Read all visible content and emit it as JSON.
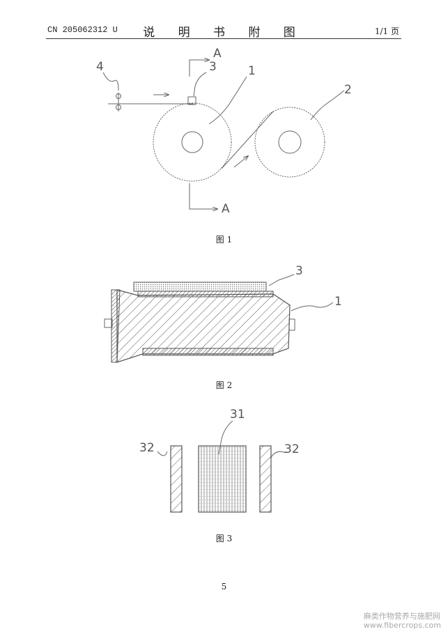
{
  "header": {
    "doc_number": "CN 205062312 U",
    "title": "说 明 书 附 图",
    "page_of": "1/1 页"
  },
  "figure1": {
    "caption": "图 1",
    "labels": {
      "roller1": "1",
      "roller2": "2",
      "cutter": "3",
      "guide": "4",
      "section_top": "A",
      "section_bottom": "A"
    }
  },
  "figure2": {
    "caption": "图 2",
    "labels": {
      "cutter": "3",
      "roller": "1"
    }
  },
  "figure3": {
    "caption": "图 3",
    "labels": {
      "center": "31",
      "left": "32",
      "right": "32"
    }
  },
  "footer": {
    "page_number": "5",
    "watermark_line1": "麻类作物营养与施肥网",
    "watermark_line2": "www.fibercrops.com"
  }
}
